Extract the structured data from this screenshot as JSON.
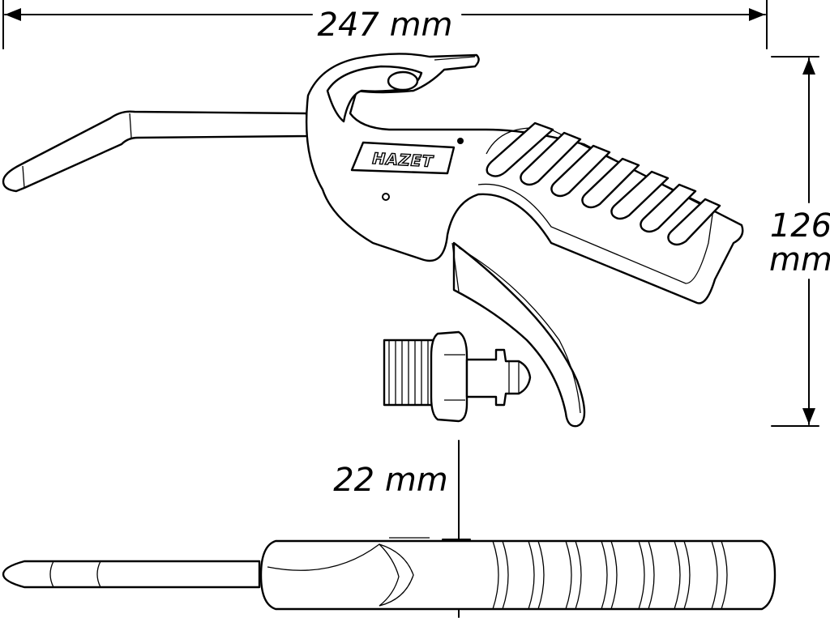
{
  "dimensions": {
    "length": "247 mm",
    "height_value": "126",
    "height_unit": "mm",
    "width": "22 mm"
  },
  "brand": {
    "logo_text": "HAZET"
  }
}
